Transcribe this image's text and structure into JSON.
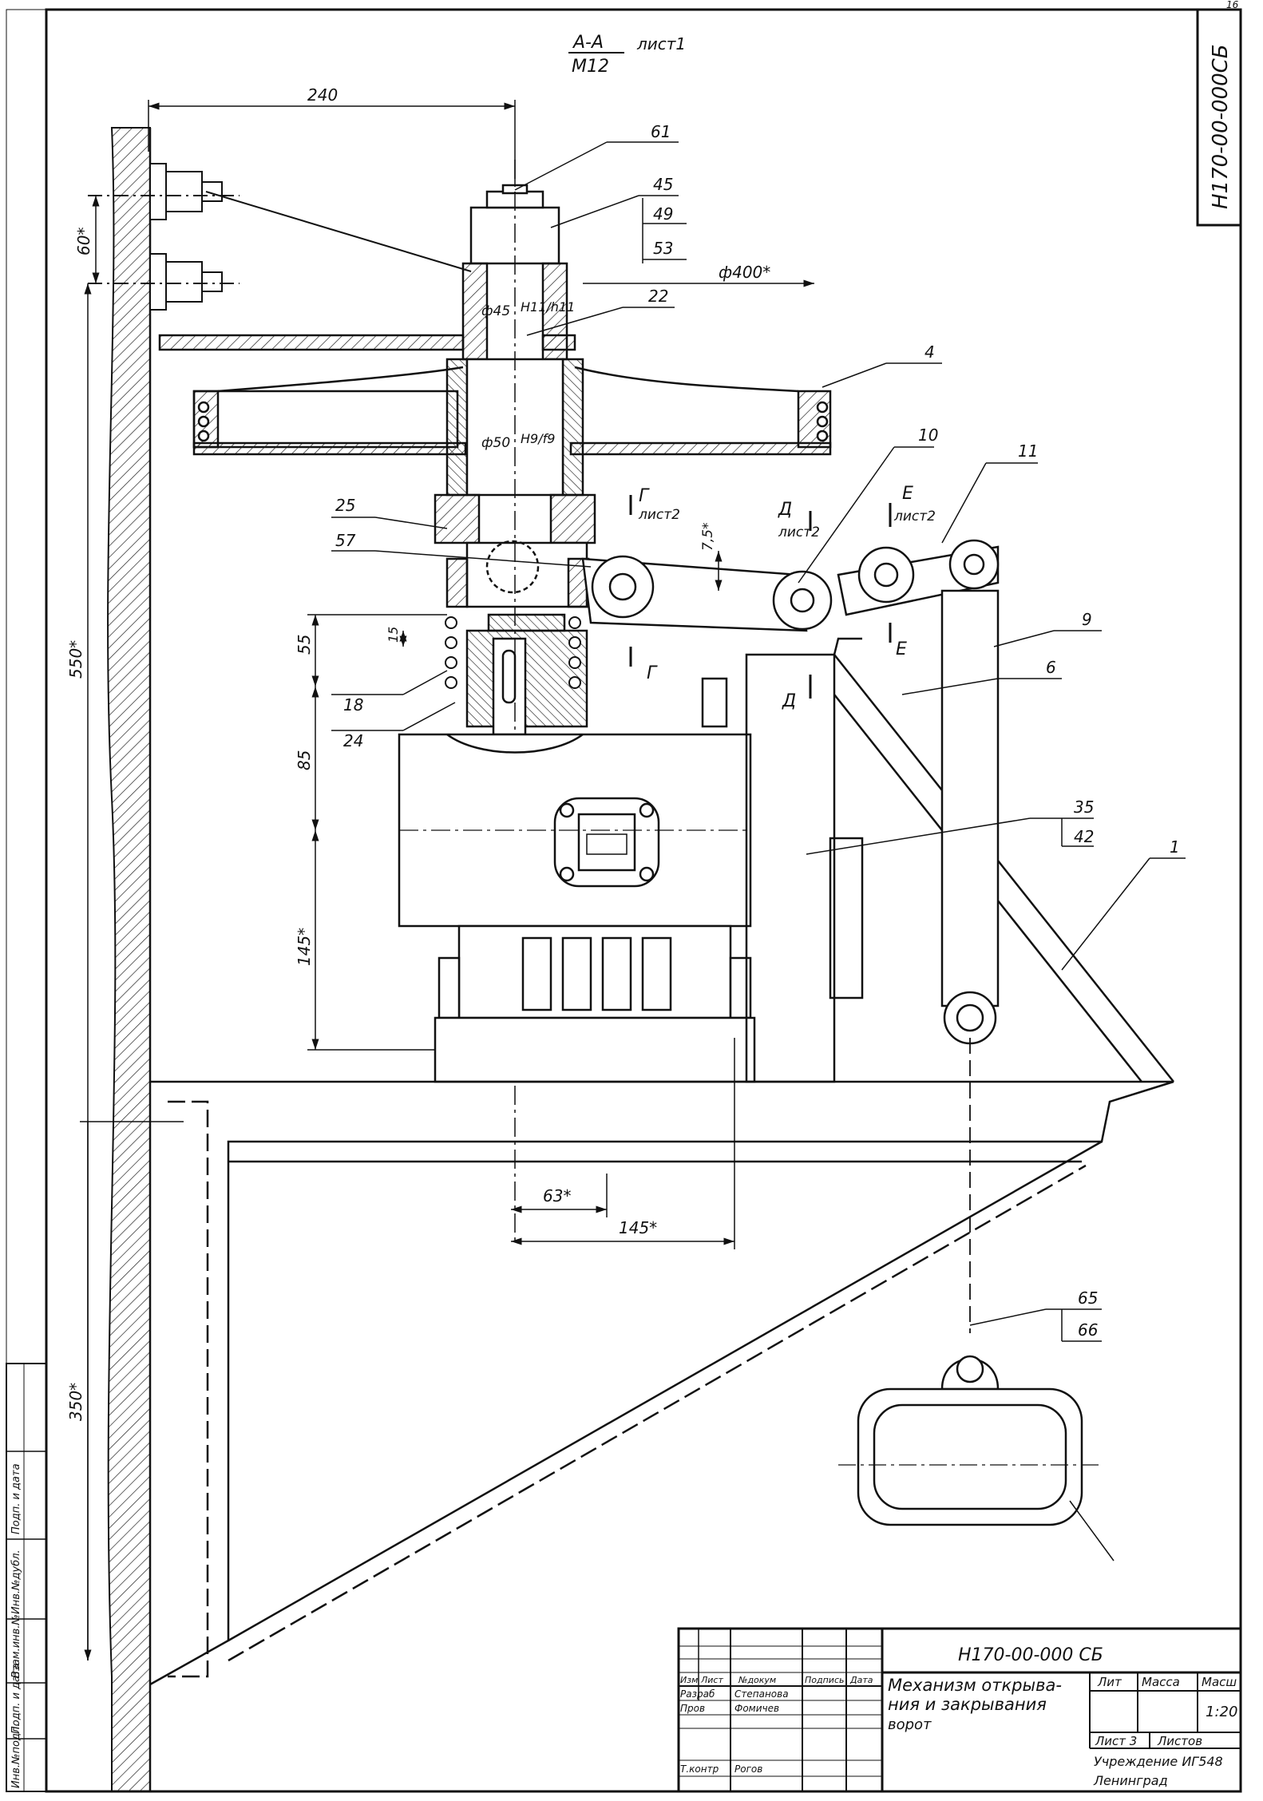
{
  "drawing_number_vertical": "Н170-00-000СБ",
  "page_mark": "16",
  "section_view": {
    "title": "А-А",
    "sheet_ref": "лист1",
    "scale": "М12"
  },
  "dimensions": {
    "d240": "240",
    "d60": "60*",
    "d550": "550*",
    "d350": "350*",
    "d400": "ф400*",
    "d45": "ф45",
    "fit_top": "Н11/h11",
    "d50": "ф50",
    "fit_mid": "Н9/f9",
    "d75": "7,5*",
    "d55": "55",
    "d15": "15",
    "d85": "85",
    "d145v": "145*",
    "d63": "63*",
    "d145h": "145*"
  },
  "section_refs": {
    "g": "Г",
    "g_sheet": "лист2",
    "d": "Д",
    "d_sheet": "лист2",
    "e": "Е",
    "e_sheet": "лист2"
  },
  "leaders": {
    "p61": "61",
    "p45": "45",
    "p49": "49",
    "p53": "53",
    "p22": "22",
    "p4": "4",
    "p10": "10",
    "p11": "11",
    "p25": "25",
    "p57": "57",
    "p9": "9",
    "p6": "6",
    "p18": "18",
    "p24": "24",
    "p35": "35",
    "p42": "42",
    "p1": "1",
    "p65": "65",
    "p66": "66"
  },
  "side_stamp": [
    "Инв.№подл.",
    "Подп. и дата",
    "Взам.инв.№",
    "Инв.№дубл.",
    "Подп. и дата"
  ],
  "title_block": {
    "doc_number": "Н170-00-000 СБ",
    "title_line1": "Механизм открыва-",
    "title_line2": "ния и закрывания",
    "title_line3": "ворот",
    "lit_header": "Лит",
    "mass_header": "Масса",
    "scale_header": "Масш",
    "scale_value": "1:20",
    "sheet_label": "Лист 3",
    "sheets_label": "Листов",
    "org_line1": "Учреждение ИГ548",
    "org_line2": "Ленинград",
    "col_izm": "Изм",
    "col_list": "Лист",
    "col_ndoc": "№докум",
    "col_podp": "Подпись",
    "col_date": "Дата",
    "row_razrab": "Разраб",
    "row_razrab_name": "Степанова",
    "row_prov": "Пров",
    "row_prov_name": "Фомичев",
    "row_tkontr": "Т.контр",
    "row_tkontr_name": "Рогов"
  }
}
